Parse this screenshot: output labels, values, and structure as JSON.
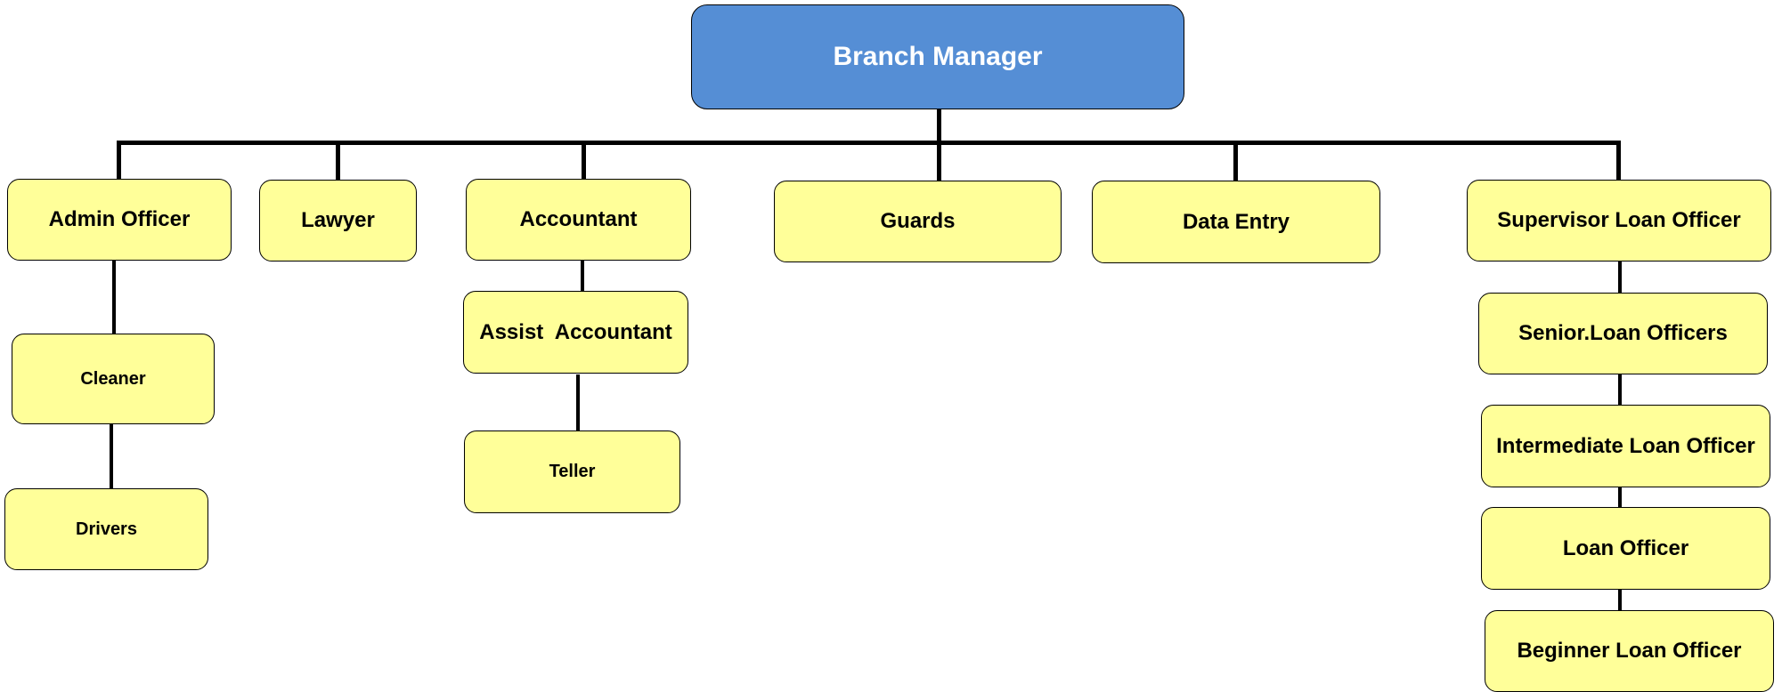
{
  "top": {
    "label": "Branch Manager",
    "color": "#558ed5"
  },
  "node_color": "#ffff99",
  "line_color": "#000000",
  "nodes": {
    "admin_officer": "Admin Officer",
    "lawyer": "Lawyer",
    "accountant": "Accountant",
    "guards": "Guards",
    "data_entry": "Data Entry",
    "supervisor_loan_officer": "Supervisor Loan Officer",
    "cleaner": "Cleaner",
    "drivers": "Drivers",
    "assist_accountant": "Assist  Accountant",
    "teller": "Teller",
    "senior_loan_officers": "Senior.Loan Officers",
    "intermediate_loan_officer": "Intermediate Loan Officer",
    "loan_officer": "Loan Officer",
    "beginner_loan_officer": "Beginner Loan Officer"
  }
}
